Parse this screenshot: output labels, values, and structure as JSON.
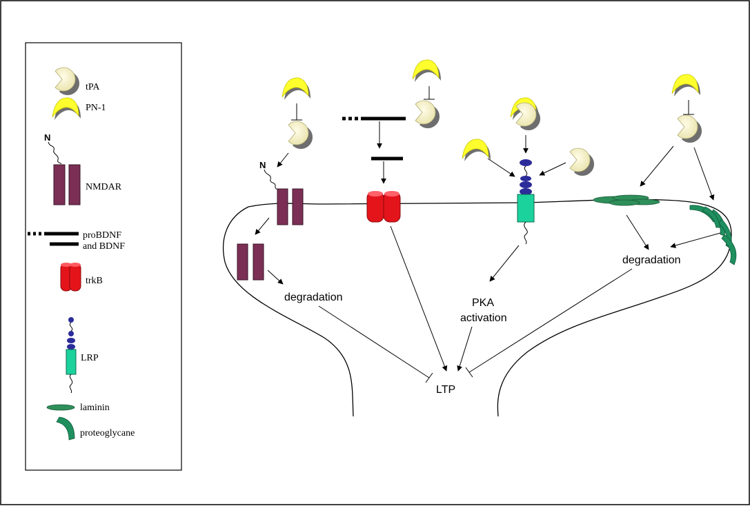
{
  "legend": {
    "items": [
      {
        "key": "tpa",
        "label": "tPA"
      },
      {
        "key": "pn1",
        "label": "PN-1"
      },
      {
        "key": "nmdar",
        "label": "NMDAR"
      },
      {
        "key": "bdnf",
        "label": "proBDNF",
        "label2": "and BDNF"
      },
      {
        "key": "trkb",
        "label": "trkB"
      },
      {
        "key": "lrp",
        "label": "LRP"
      },
      {
        "key": "laminin",
        "label": "laminin"
      },
      {
        "key": "proteoglycane",
        "label": "proteoglycane"
      }
    ],
    "n_marker": "N"
  },
  "diagram": {
    "n_terminal": "N",
    "nmdar_degradation": "degradation",
    "ecm_degradation": "degradation",
    "pka_line1": "PKA",
    "pka_line2": "activation",
    "ltp": "LTP"
  },
  "colors": {
    "tpa": "#f5f0c2",
    "pn1": "#ffff2e",
    "nmdar": "#7b2f55",
    "trkb": "#e4141b",
    "lrp_body": "#1bd29d",
    "lrp_domain": "#2b2b9a",
    "laminin": "#2f8f5a",
    "proteoglycane": "#1f8f5f"
  }
}
